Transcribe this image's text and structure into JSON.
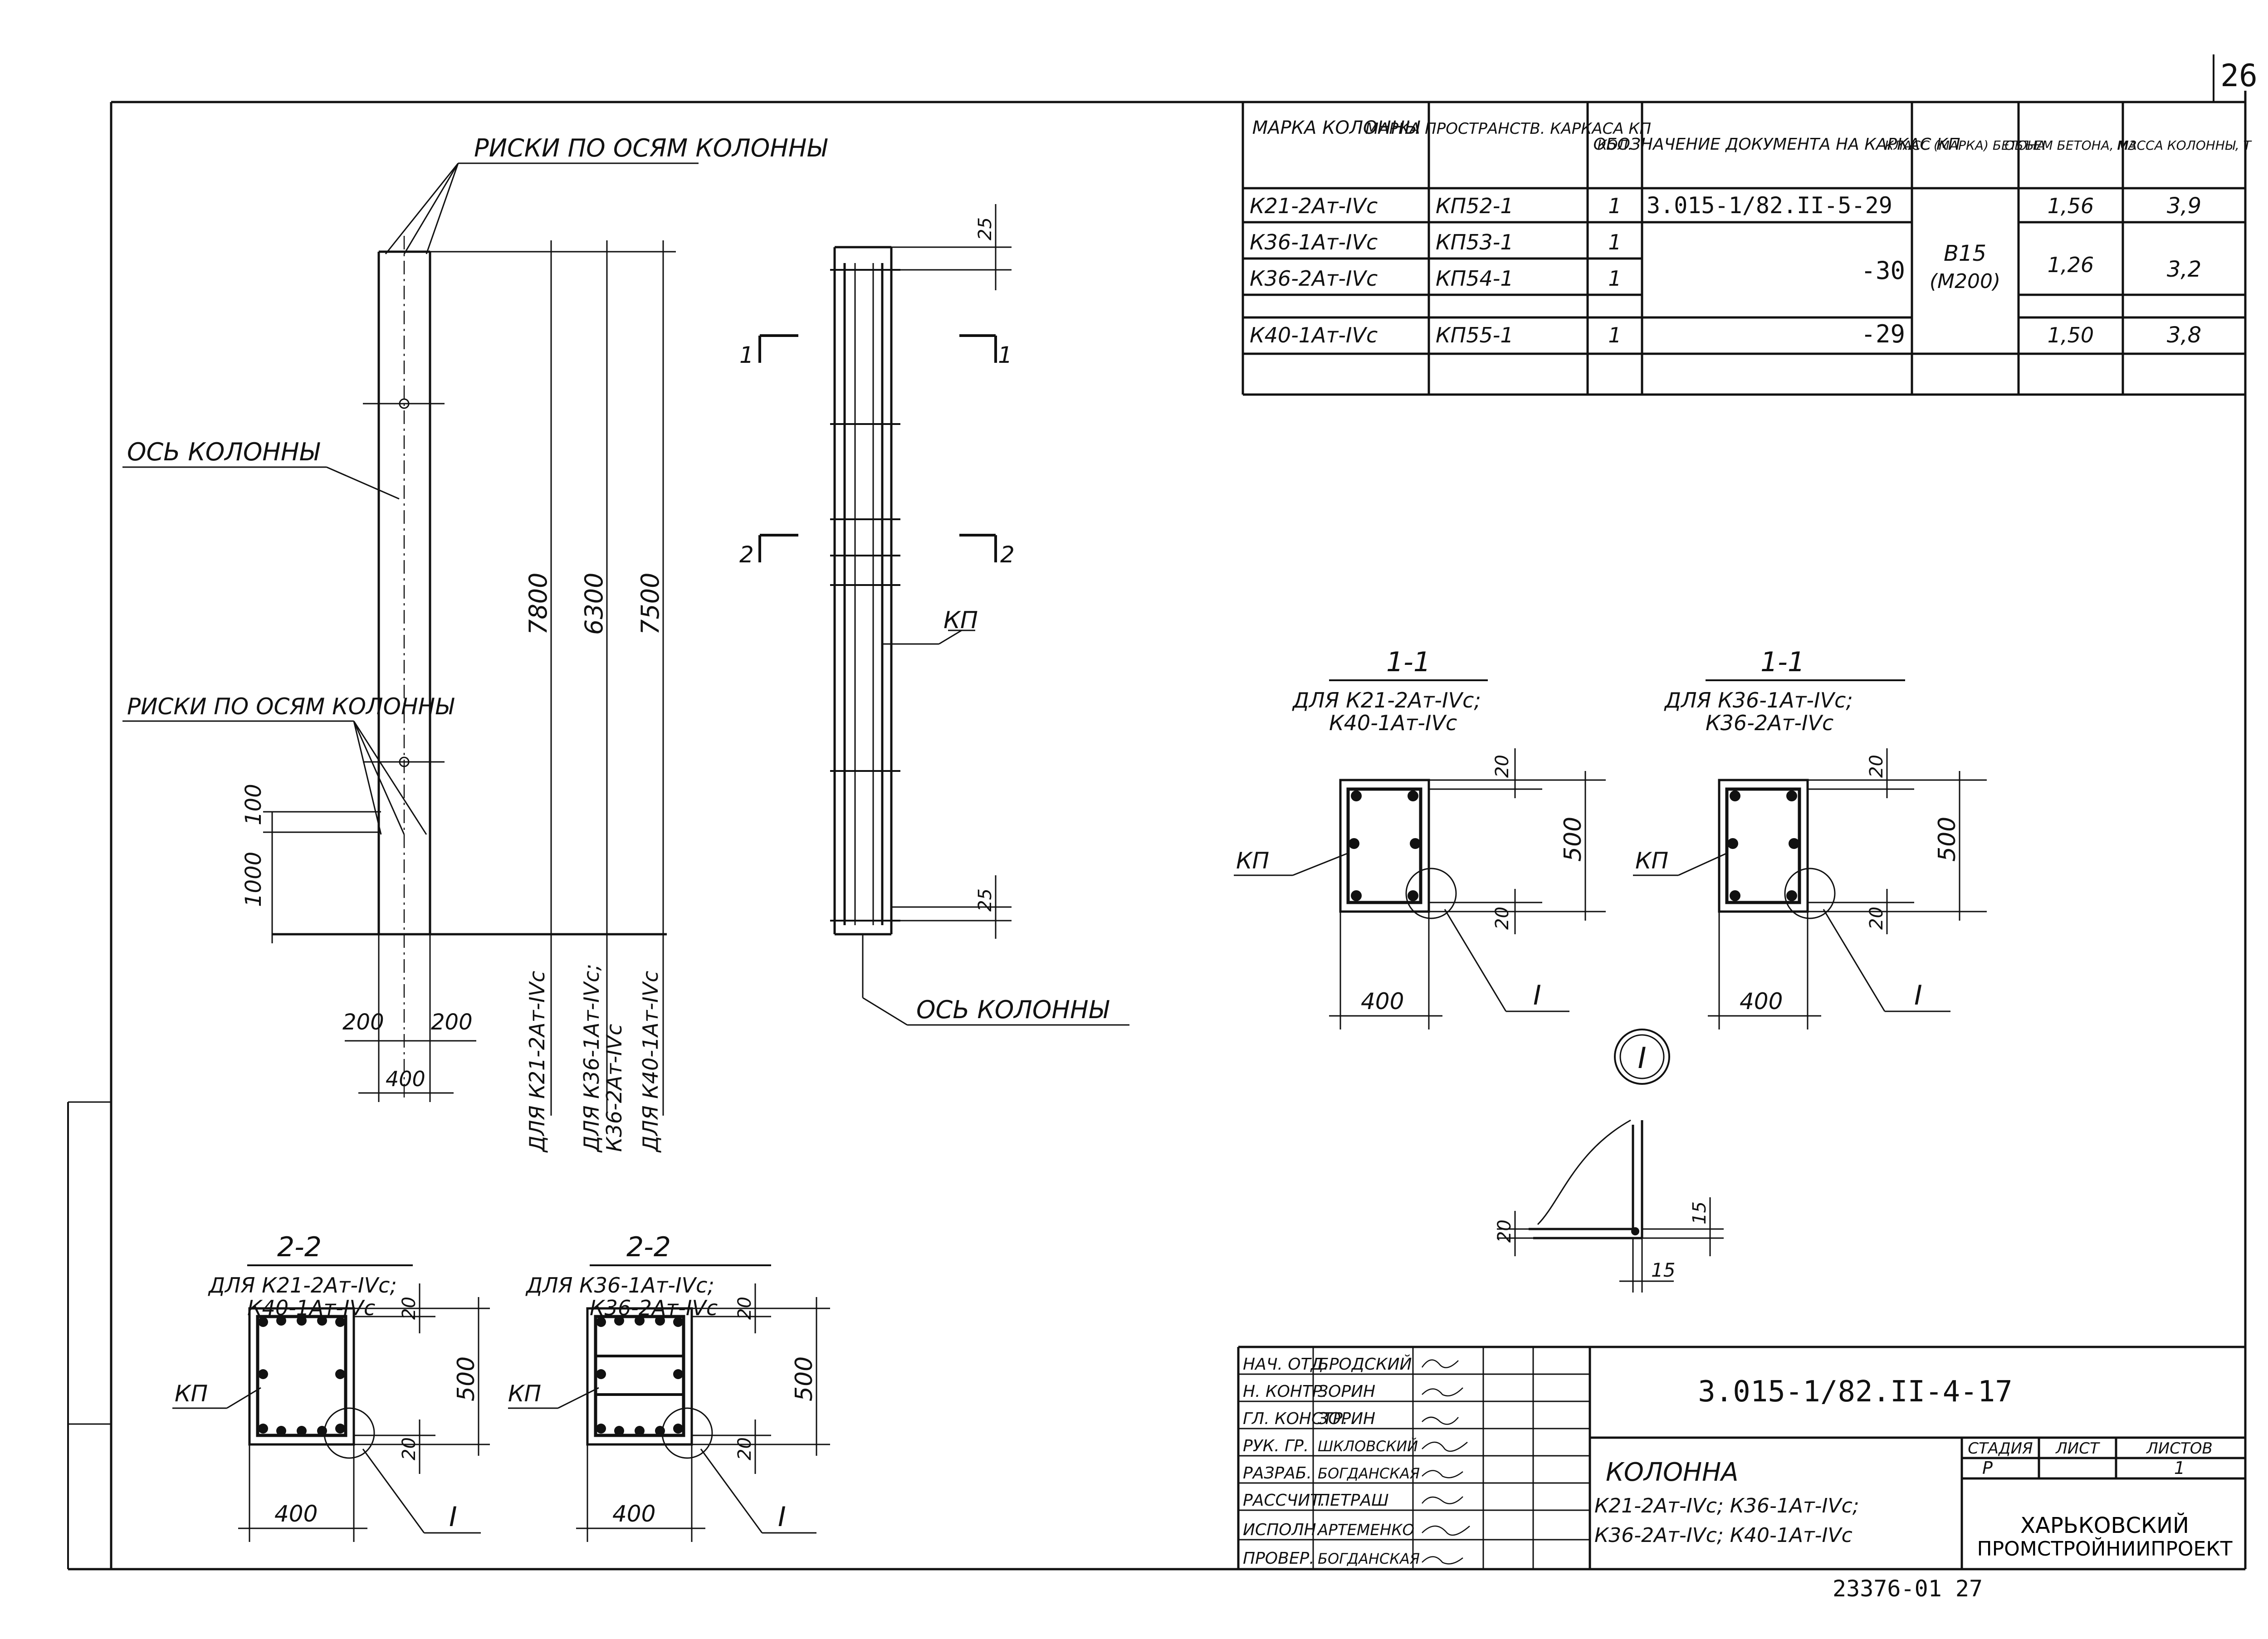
{
  "sheet": {
    "page_number": "26",
    "archive_number": "23376-01 27"
  },
  "spec_table": {
    "headers": [
      "МАРКА КОЛОННЫ",
      "МАРКА ПРОСТРАНСТВ. КАРКАСА КП",
      "КОЛ.",
      "ОБОЗНАЧЕНИЕ ДОКУМЕНТА НА КАРКАС КП",
      "КЛАСС (МАРКА) БЕТОНА",
      "ОБЪЕМ БЕТОНА, М3",
      "МАССА КОЛОННЫ, Т"
    ],
    "rows": [
      {
        "mark": "К21-2Ат-IVс",
        "frame": "КП52-1",
        "qty": "1",
        "doc": "3.015-1/82.II-5-29"
      },
      {
        "mark": "К36-1Ат-IVс",
        "frame": "КП53-1",
        "qty": "1",
        "doc": ""
      },
      {
        "mark": "К36-2Ат-IVс",
        "frame": "КП54-1",
        "qty": "1",
        "doc": "-30"
      },
      {
        "mark": "К40-1Ат-IVс",
        "frame": "КП55-1",
        "qty": "1",
        "doc": "-29"
      }
    ],
    "concrete_class": "В15",
    "concrete_grade": "(М200)",
    "volume": [
      "1,56",
      "1,26",
      "1,50"
    ],
    "mass": [
      "3,9",
      "3,2",
      "3,8"
    ]
  },
  "elevation": {
    "risks_top": "РИСКИ ПО ОСЯМ КОЛОННЫ",
    "axis_label": "ОСЬ КОЛОННЫ",
    "risks_bottom": "РИСКИ ПО ОСЯМ КОЛОННЫ",
    "dim_100": "100",
    "dim_1000": "1000",
    "dim_200_left": "200",
    "dim_200_right": "200",
    "dim_400": "400",
    "length_1": "7800",
    "length_2": "6300",
    "length_3": "7500",
    "for_1": "ДЛЯ К21-2Ат-IVс",
    "for_2a": "ДЛЯ К36-1Ат-IVс;",
    "for_2b": "К36-2Ат-IVс",
    "for_3": "ДЛЯ К40-1Ат-IVс"
  },
  "frame_view": {
    "cut_1": "1",
    "cut_2": "2",
    "dim_top": "25",
    "dim_bottom": "25",
    "kp": "КП",
    "axis_label": "ОСЬ КОЛОННЫ"
  },
  "section_1a": {
    "title": "1-1",
    "for_1": "ДЛЯ К21-2Ат-IVс;",
    "for_2": "К40-1Ат-IVс",
    "d20a": "20",
    "d500": "500",
    "d20b": "20",
    "d400": "400",
    "kp": "КП",
    "node": "I"
  },
  "section_1b": {
    "title": "1-1",
    "for_1": "ДЛЯ К36-1Ат-IVс;",
    "for_2": "К36-2Ат-IVс",
    "d20a": "20",
    "d500": "500",
    "d20b": "20",
    "d400": "400",
    "kp": "КП",
    "node": "I"
  },
  "section_2a": {
    "title": "2-2",
    "for_1": "ДЛЯ К21-2Ат-IVс;",
    "for_2": "К40-1Ат-IVс",
    "d20a": "20",
    "d500": "500",
    "d20b": "20",
    "d400": "400",
    "kp": "КП",
    "node": "I"
  },
  "section_2b": {
    "title": "2-2",
    "for_1": "ДЛЯ К36-1Ат-IVс;",
    "for_2": "К36-2Ат-IVс",
    "d20a": "20",
    "d500": "500",
    "d20b": "20",
    "d400": "400",
    "kp": "КП",
    "node": "I"
  },
  "node_detail": {
    "label": "I",
    "d20": "20",
    "d15a": "15",
    "d15b": "15"
  },
  "title_block": {
    "roles": [
      "НАЧ. ОТД.",
      "Н. КОНТР.",
      "ГЛ. КОНСТР.",
      "РУК. ГР.",
      "РАЗРАБ.",
      "РАССЧИТ.",
      "ИСПОЛН.",
      "ПРОВЕР."
    ],
    "names": [
      "БРОДСКИЙ",
      "ЗОРИН",
      "ЗОРИН",
      "ШКЛОВСКИЙ",
      "БОГДАНСКАЯ",
      "ПЕТРАШ",
      "АРТЕМЕНКО",
      "БОГДАНСКАЯ"
    ],
    "designation": "3.015-1/82.II-4-17",
    "name_1": "КОЛОННА",
    "name_2": "К21-2Ат-IVс; К36-1Ат-IVс;",
    "name_3": "К36-2Ат-IVс; К40-1Ат-IVс",
    "stage_label": "СТАДИЯ",
    "sheet_label": "ЛИСТ",
    "sheets_label": "ЛИСТОВ",
    "stage": "Р",
    "sheets": "1",
    "org_1": "ХАРЬКОВСКИЙ",
    "org_2": "ПРОМСТРОЙНИИПРОЕКТ"
  }
}
